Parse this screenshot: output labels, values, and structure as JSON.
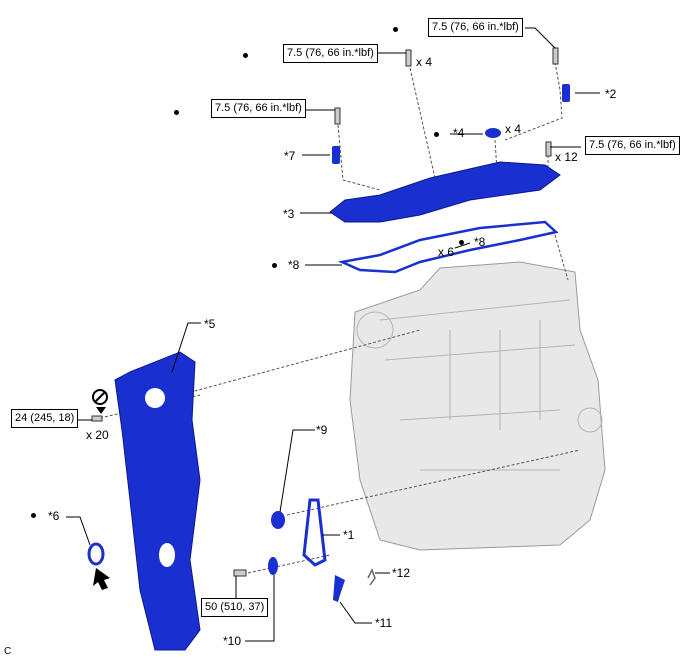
{
  "colors": {
    "part": "#1a2fd0",
    "part_dark": "#0d1a8a",
    "engine": "#e6e6e6",
    "engine_line": "#9a9a9a"
  },
  "torques": {
    "t1": "7.5 (76, 66 in.*lbf)",
    "t2": "7.5 (76, 66 in.*lbf)",
    "t3": "7.5 (76, 66 in.*lbf)",
    "t4": "7.5 (76, 66 in.*lbf)",
    "t5": "24 (245, 18)",
    "t6": "50 (510, 37)"
  },
  "quantities": {
    "q1": "x 4",
    "q2": "x 4",
    "q3": "x 12",
    "q4": "x 6",
    "q5": "x 20"
  },
  "parts": {
    "p1": "*1",
    "p2": "*2",
    "p3": "*3",
    "p4": "*4",
    "p5": "*5",
    "p6": "*6",
    "p7": "*7",
    "p8a": "*8",
    "p8b": "*8",
    "p9": "*9",
    "p10": "*10",
    "p11": "*11",
    "p12": "*12"
  },
  "corner_code": "C"
}
